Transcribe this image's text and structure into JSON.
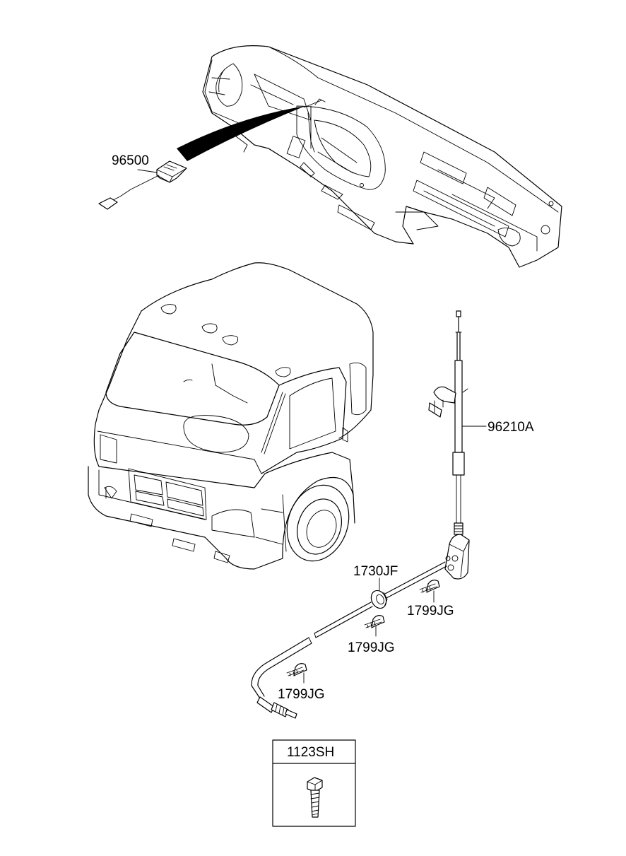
{
  "labels": {
    "radio": "96500",
    "antenna": "96210A",
    "grommet": "1730JF",
    "clip_right": "1799JG",
    "clip_middle": "1799JG",
    "clip_lower": "1799JG",
    "bolt_box": "1123SH"
  }
}
